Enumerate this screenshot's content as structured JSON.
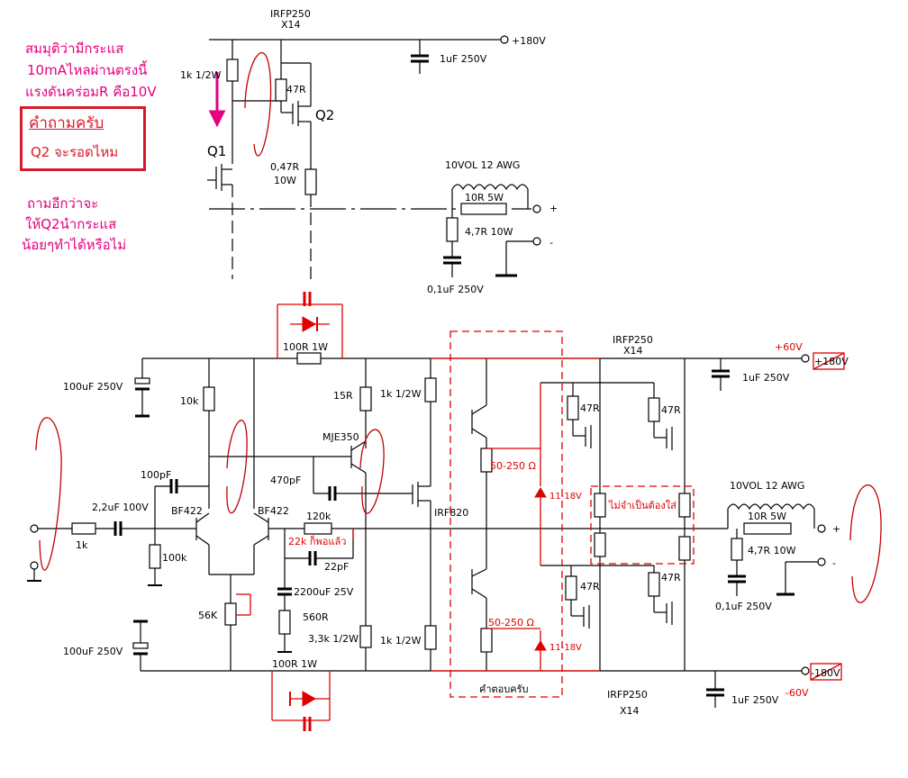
{
  "note_top": {
    "line1": "สมมุติว่ามีกระแส",
    "line2": "10mAไหลผ่านตรงนี้",
    "line3": "แรงดันคร่อมR คือ10V",
    "question_title": "คำถามครับ",
    "question_text": "Q2  จะรอดไหม",
    "ask1": "ถามอีกว่าจะ",
    "ask2": "ให้Q2นำกระแส",
    "ask3": "น้อยๆทำได้หรือไม่"
  },
  "top_circuit": {
    "irfp": "IRFP250",
    "x14": "X14",
    "v180": "+180V",
    "cap": "1uF 250V",
    "r1k": "1k 1/2W",
    "r47": "47R",
    "q2": "Q2",
    "q1": "Q1",
    "r047": "0,47R",
    "w10": "10W",
    "coil": "10VOL 12 AWG",
    "r10r": "10R 5W",
    "r47r10": "4,7R 10W",
    "c01": "0,1uF 250V",
    "plus": "+",
    "minus": "-"
  },
  "main_circuit": {
    "c100u_top": "100uF 250V",
    "c100u_bot": "100uF 250V",
    "r10k": "10k",
    "r100r_top": "100R 1W",
    "r100r_bot": "100R 1W",
    "r15r": "15R",
    "r1k_a": "1k 1/2W",
    "r1k_b": "1k 1/2W",
    "mje": "MJE350",
    "c470": "470pF",
    "irf820": "IRF820",
    "c100p": "100pF",
    "c22u": "2,2uF 100V",
    "bf422a": "BF422",
    "bf422b": "BF422",
    "r120k": "120k",
    "r22k_note": "22k ก็พอแล้ว",
    "c22p": "22pF",
    "r1k_in": "1k",
    "r100k": "100k",
    "c2200": "2200uF 25V",
    "r560": "560R",
    "p56k": "56K",
    "r33k": "3,3k 1/2W",
    "r50_250_a": "50-250 Ω",
    "r50_250_b": "50-250 Ω",
    "z1118_a": "11-18V",
    "z1118_b": "11-18V",
    "answer": "คำตอบครับ",
    "irfp_top": "IRFP250",
    "x14_top": "X14",
    "p60": "+60V",
    "p180": "+180V",
    "c1u_top": "1uF 250V",
    "r47_1": "47R",
    "r47_2": "47R",
    "r47_3": "47R",
    "r47_4": "47R",
    "not_needed": "ไม่จำเป็นต้องใส่",
    "coil2": "10VOL 12 AWG",
    "r10r5w": "10R 5W",
    "r47r10w": "4,7R 10W",
    "c01u": "0,1uF 250V",
    "plus": "+",
    "minus": "-",
    "m180": "-180V",
    "m60": "-60V",
    "c1u_bot": "1uF 250V",
    "irfp_bot": "IRFP250",
    "x14_bot": "X14"
  }
}
